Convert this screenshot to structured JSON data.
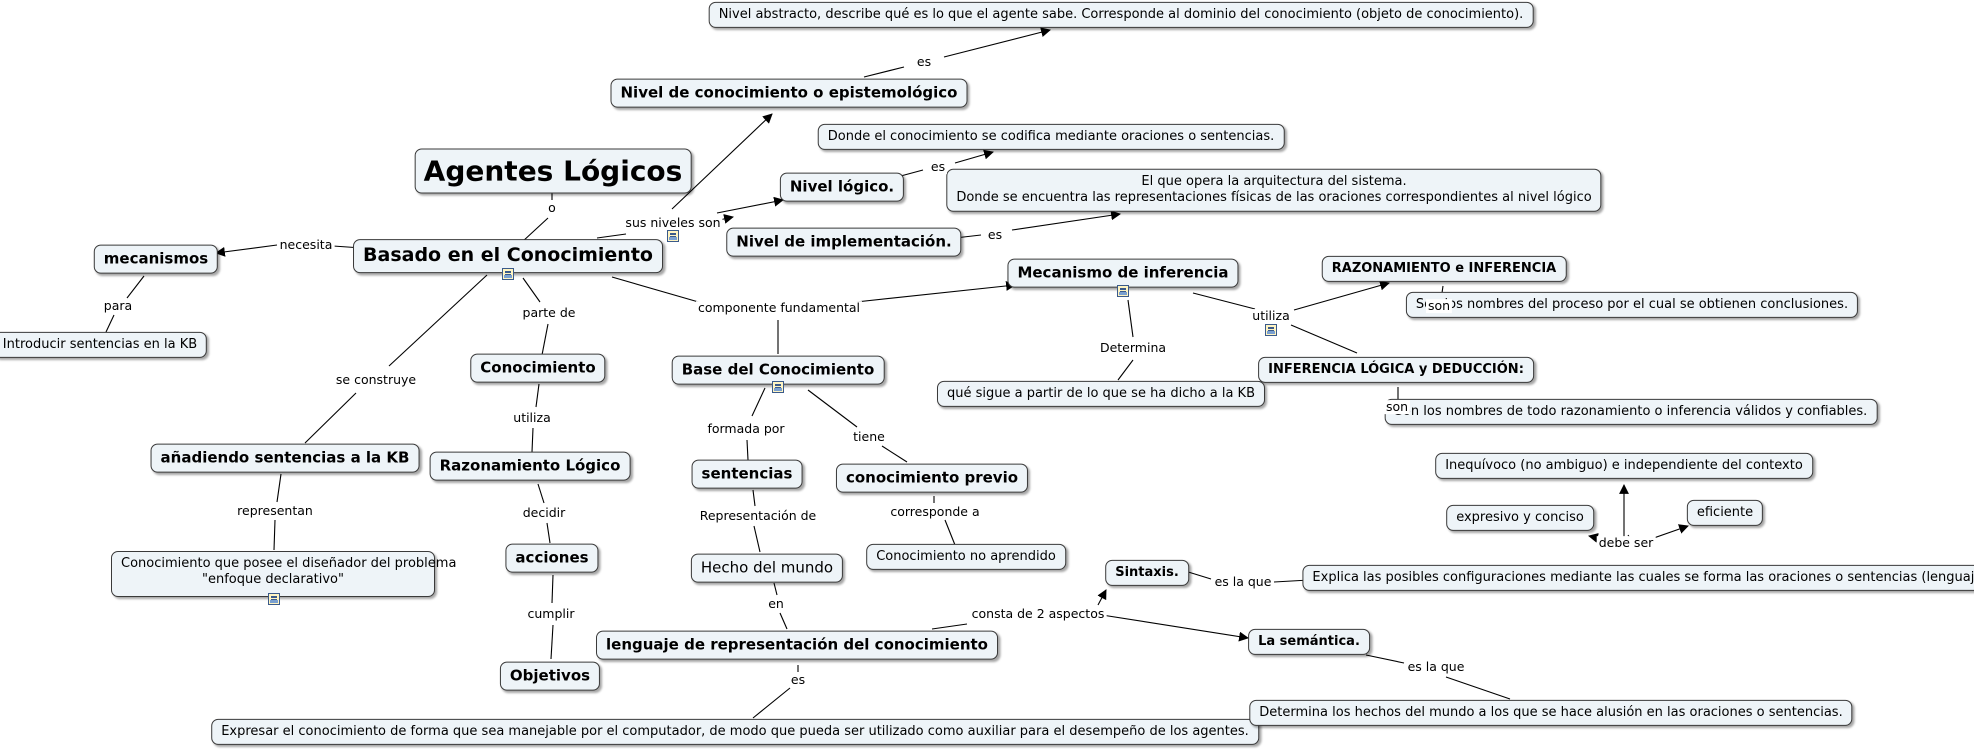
{
  "title": "Agentes Lógicos",
  "nodes": {
    "basado": "Basado en el Conocimiento",
    "mecanismos": "mecanismos",
    "introducir": "Introducir sentencias en la KB",
    "nivel_epis": "Nivel de conocimiento o epistemológico",
    "nivel_abs": "Nivel abstracto, describe qué es lo que el agente sabe. Corresponde al dominio del conocimiento (objeto de conocimiento).",
    "nivel_logico": "Nivel lógico.",
    "donde_codifica": "Donde el conocimiento se codifica mediante oraciones o sentencias.",
    "nivel_impl": "Nivel de implementación.",
    "arq_line1": "El que opera la arquitectura del sistema.",
    "arq_line2": "Donde se encuentra las representaciones físicas de las oraciones correspondientes al nivel lógico",
    "mecanismo_inf": "Mecanismo de inferencia",
    "razon_inf": "RAZONAMIENTO e INFERENCIA",
    "son_nombres_proc": "Son los nombres del proceso por el cual se obtienen conclusiones.",
    "inf_logica": "INFERENCIA LÓGICA y DEDUCCIÓN:",
    "son_nombres_todo": "Son los nombres de todo razonamiento o inferencia válidos y confiables.",
    "que_sigue": "qué sigue a partir de lo que se ha dicho a la KB",
    "conocimiento": "Conocimiento",
    "razon_logico": "Razonamiento Lógico",
    "acciones": "acciones",
    "objetivos": "Objetivos",
    "anadiendo": "añadiendo sentencias a la KB",
    "conoc_disenador_1": "Conocimiento que posee el diseñador del problema",
    "conoc_disenador_2": "\"enfoque declarativo\"",
    "base": "Base del Conocimiento",
    "sentencias": "sentencias",
    "hecho": "Hecho del mundo",
    "conoc_previo": "conocimiento previo",
    "no_aprendido": "Conocimiento no aprendido",
    "lenguaje": "lenguaje de representación del conocimiento",
    "expresar": "Expresar el conocimiento de forma que sea manejable por el computador, de modo que pueda ser utilizado como auxiliar para el desempeño de los agentes.",
    "sintaxis": "Sintaxis.",
    "explica": "Explica las posibles configuraciones mediante las cuales se forma las oraciones o sentencias (lenguaje).",
    "semantica": "La semántica.",
    "determina_hechos": "Determina los hechos del mundo a los que se hace alusión en las oraciones o sentencias.",
    "inequivoco": "Inequívoco (no ambiguo) e independiente del contexto",
    "expresivo": "expresivo y conciso",
    "eficiente": "eficiente"
  },
  "labels": {
    "o": "o",
    "necesita": "necesita",
    "para": "para",
    "es_1": "es",
    "sus_niveles": "sus niveles son",
    "es_2": "es",
    "es_3": "es",
    "componente": "componente fundamental",
    "utiliza_1": "utiliza",
    "son_1": "son",
    "son_2": "son",
    "determina": "Determina",
    "parte_de": "parte de",
    "utiliza_2": "utiliza",
    "decidir": "decidir",
    "cumplir": "cumplir",
    "se_construye": "se construye",
    "representan": "representan",
    "formada_por": "formada por",
    "tiene": "tiene",
    "representacion_de": "Representación de",
    "en": "en",
    "corresponde_a": "corresponde a",
    "consta": "consta de 2 aspectos",
    "es_4": "es",
    "es_la_que_1": "es la que",
    "es_la_que_2": "es la que",
    "debe_ser": "debe ser"
  },
  "icons": [
    "resource-icon"
  ]
}
